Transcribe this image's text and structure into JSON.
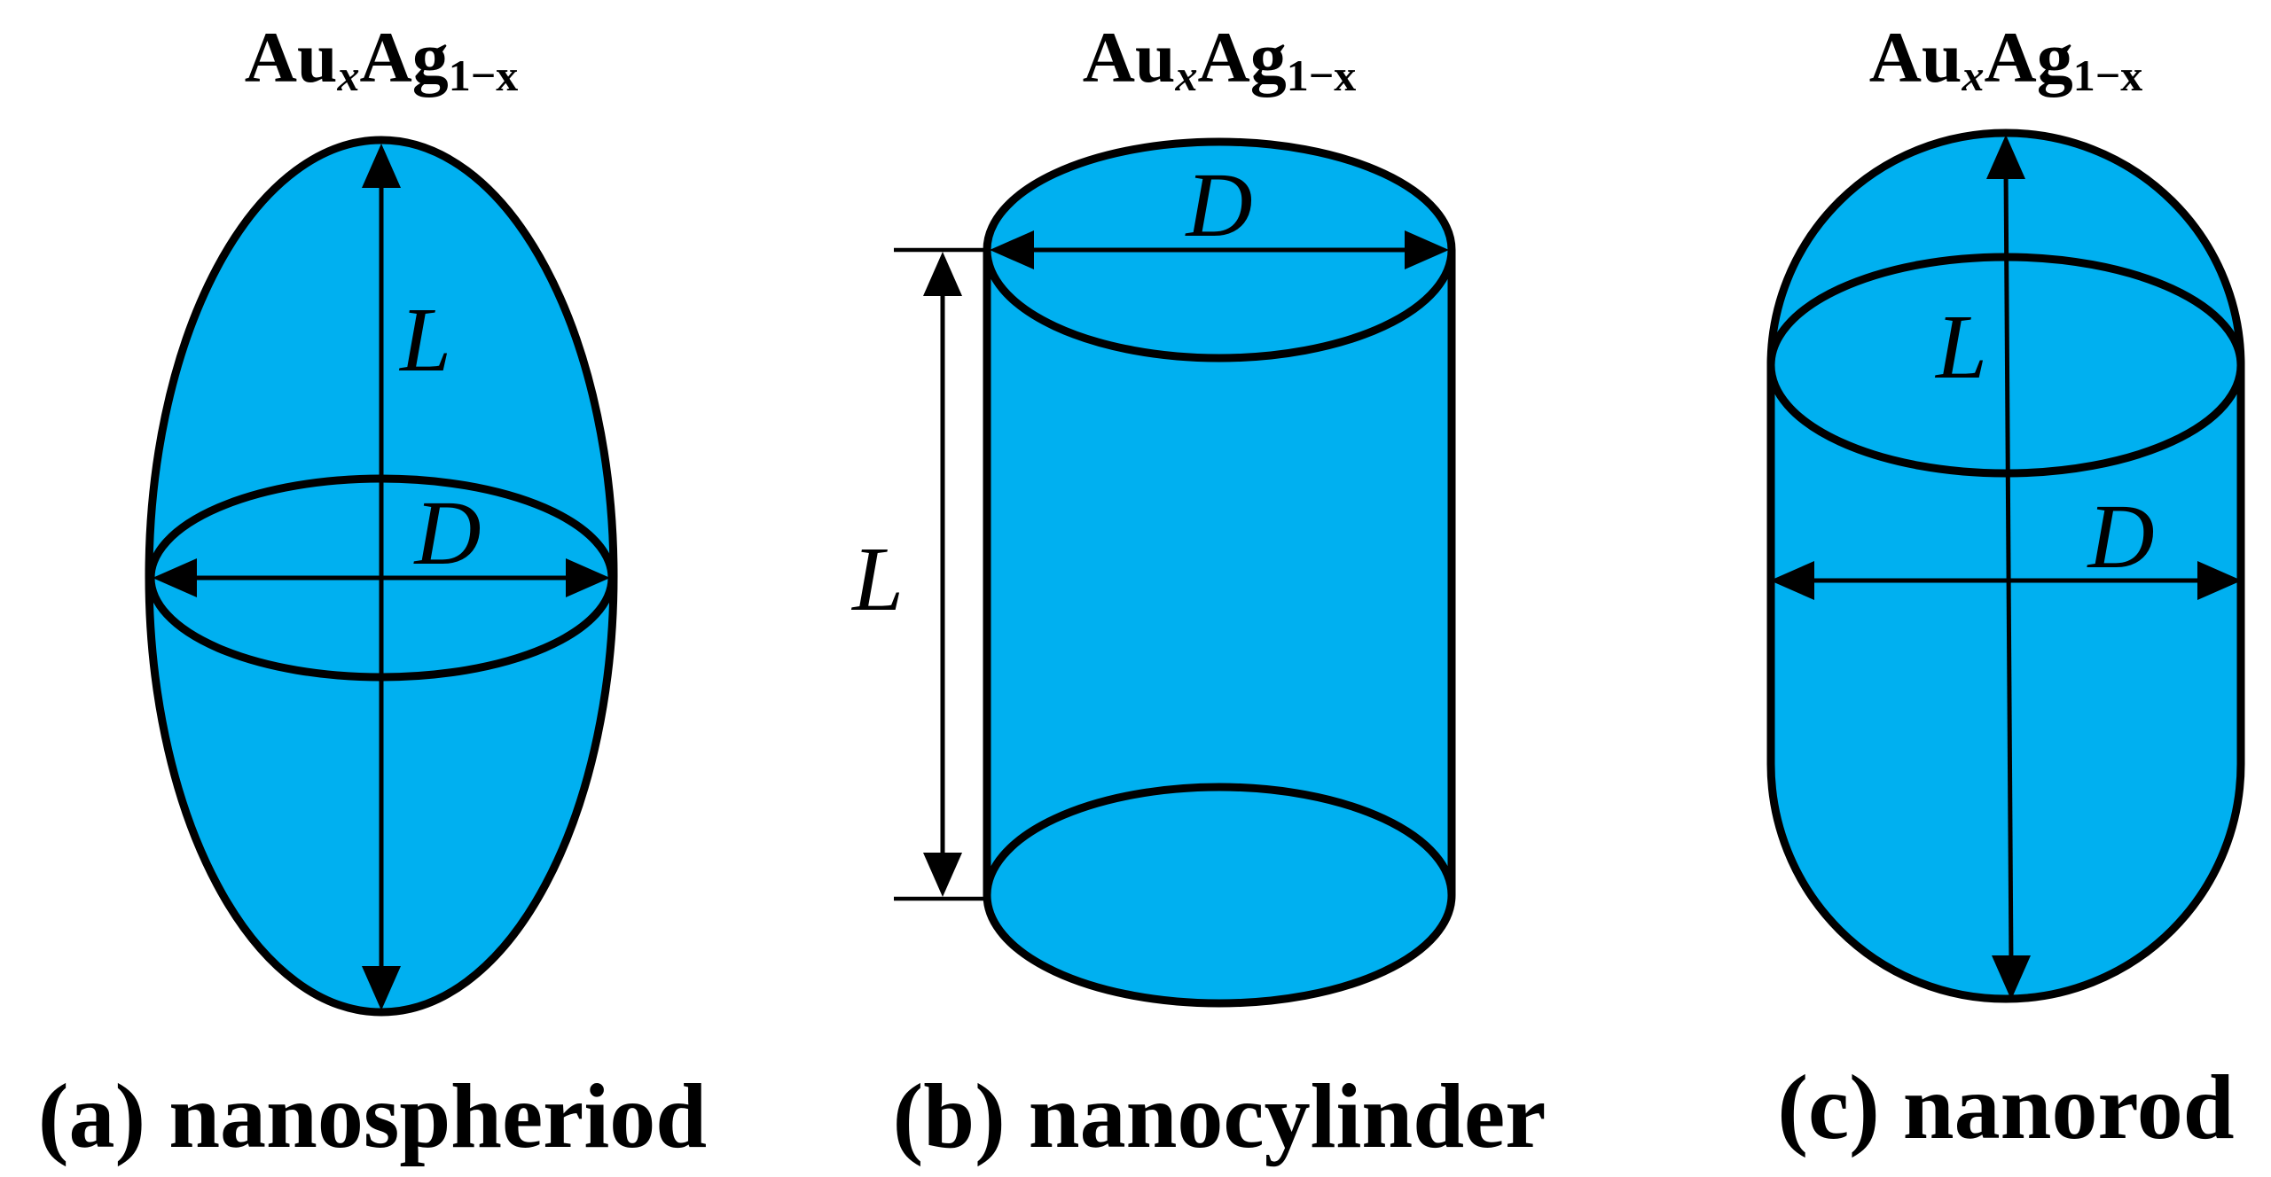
{
  "colors": {
    "particle_fill": "#00B0F0",
    "outline": "#000000",
    "background": "#FFFFFF"
  },
  "panels": [
    {
      "id": "a",
      "formula": {
        "base1": "Au",
        "sub1": "x",
        "base2": "Ag",
        "sub2": "1−x"
      },
      "length_label": "L",
      "diameter_label": "D",
      "caption": "(a) nanospheriod"
    },
    {
      "id": "b",
      "formula": {
        "base1": "Au",
        "sub1": "x",
        "base2": "Ag",
        "sub2": "1−x"
      },
      "length_label": "L",
      "diameter_label": "D",
      "caption": "(b) nanocylinder"
    },
    {
      "id": "c",
      "formula": {
        "base1": "Au",
        "sub1": "x",
        "base2": "Ag",
        "sub2": "1−x"
      },
      "length_label": "L",
      "diameter_label": "D",
      "caption": "(c) nanorod"
    }
  ]
}
